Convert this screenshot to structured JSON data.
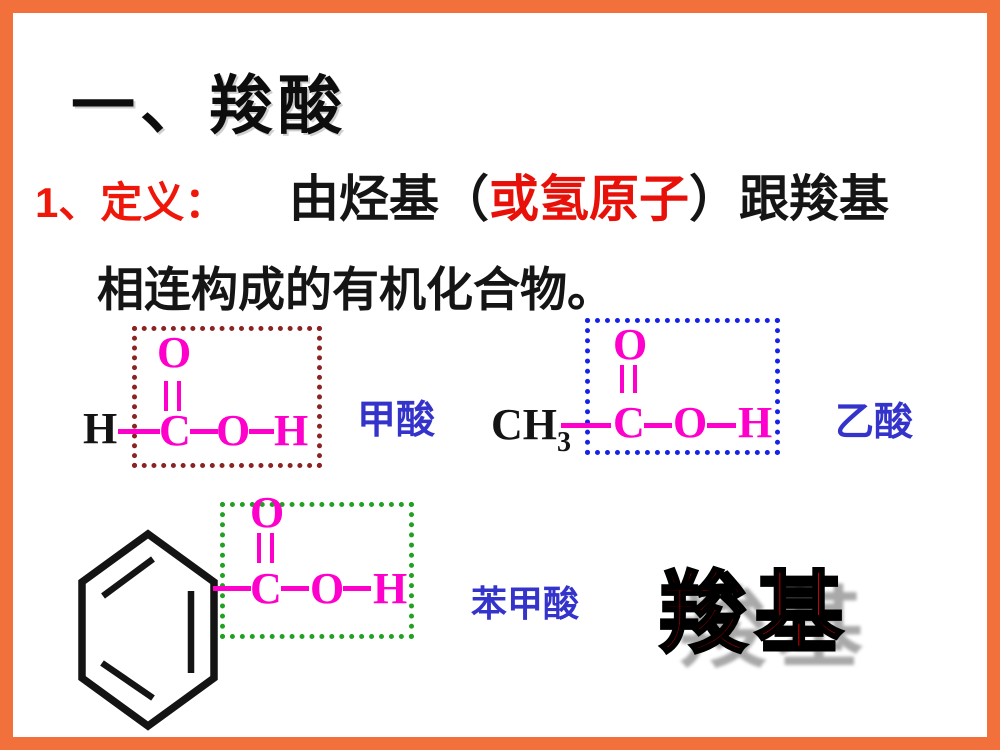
{
  "slide": {
    "border_color": "#F1703B",
    "title": "一、羧酸",
    "definition": {
      "label": "1、定义：",
      "text_before": "由烃基（",
      "text_red": "或氢原子",
      "text_after": "）跟羧基",
      "line2": "相连构成的有机化合物。"
    },
    "callout": "羧基",
    "callout_color": "#d40000"
  },
  "molecules": {
    "formic_acid": {
      "name": "甲酸",
      "outer_atom": "H",
      "carboxyl": {
        "o_top": "O",
        "c": "C",
        "o": "O",
        "h": "H"
      },
      "box_color": "#8B2323"
    },
    "acetic_acid": {
      "name": "乙酸",
      "group_prefix": "CH",
      "group_subscript": "3",
      "carboxyl": {
        "o_top": "O",
        "c": "C",
        "o": "O",
        "h": "H"
      },
      "box_color": "#1522E8"
    },
    "benzoic_acid": {
      "name": "苯甲酸",
      "carboxyl": {
        "o_top": "O",
        "c": "C",
        "o": "O",
        "h": "H"
      },
      "box_color": "#21A121"
    }
  },
  "colors": {
    "structure_magenta": "#FF00CC",
    "label_blue": "#3434CB",
    "definition_red": "#ee1709",
    "title_black": "#0d0d0d"
  }
}
